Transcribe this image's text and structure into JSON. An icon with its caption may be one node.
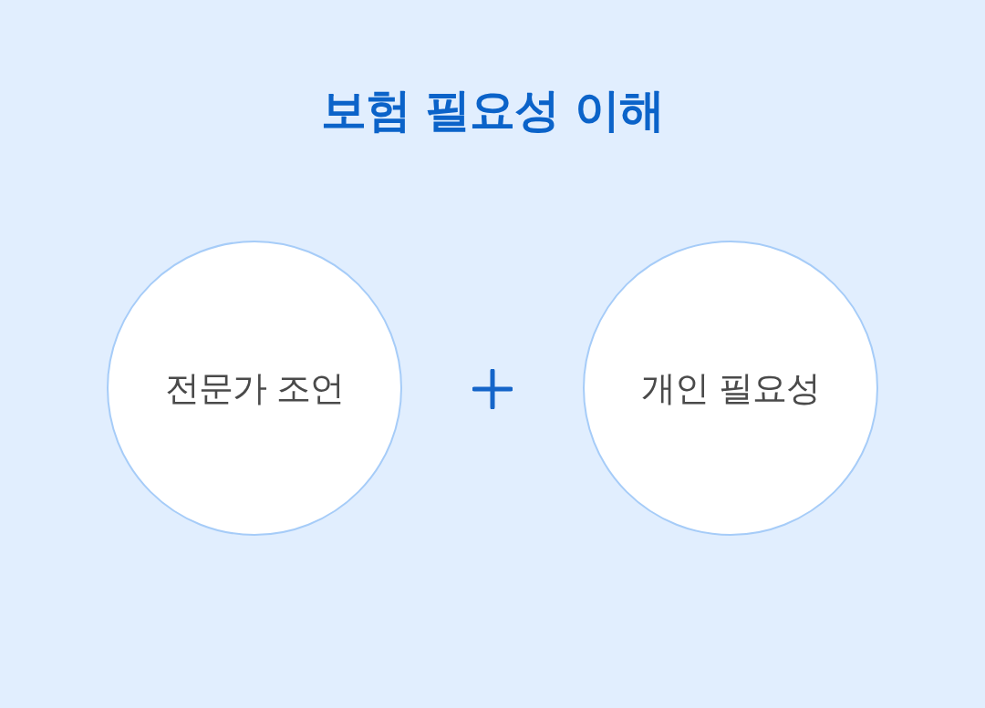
{
  "diagram": {
    "title": "보험 필요성 이해",
    "nodes": [
      {
        "text": [
          "전문가 조언"
        ]
      },
      {
        "text": [
          "개인 필요성"
        ]
      }
    ]
  }
}
